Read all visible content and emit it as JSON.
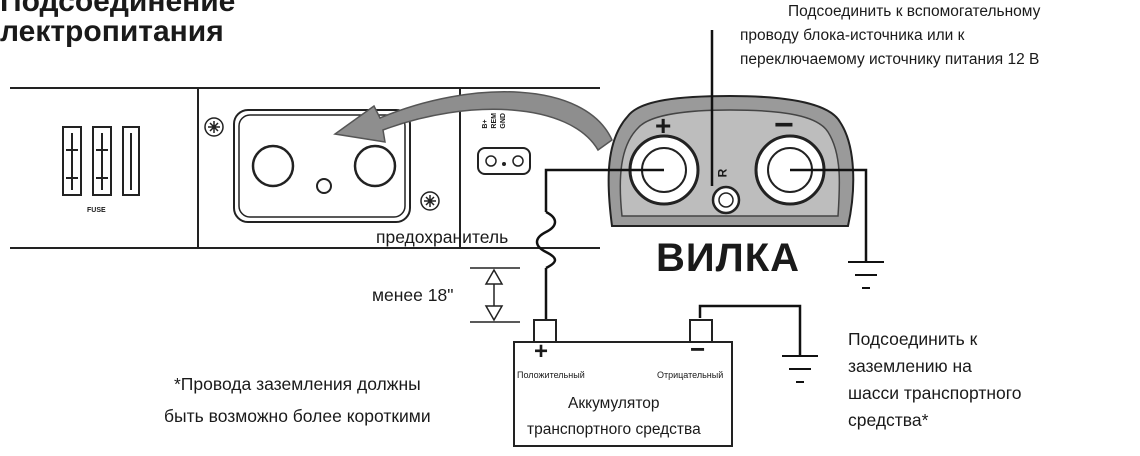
{
  "title_line1": "Подсоединение",
  "title_line2": "лектропитания",
  "top_note": [
    "Подсоединить к вспомогательному",
    "проводу блока-источника или к",
    "переключаемому источнику питания 12 В"
  ],
  "plug_label": "ВИЛКА",
  "plug_plus": "+",
  "plug_minus": "−",
  "plug_remote": "R",
  "terminal_labels": [
    "B+",
    "REM",
    "GND"
  ],
  "fuse_block_label": "FUSE",
  "fuse_label": "предохранитель",
  "distance_label": "менее 18\"",
  "battery": {
    "plus": "+",
    "minus": "−",
    "positive": "Положительный",
    "negative": "Отрицательный",
    "name_line1": "Аккумулятор",
    "name_line2": "транспортного средства"
  },
  "ground_note": [
    "Подсоединить к",
    "заземлению на",
    "шасси транспортного",
    "средства*"
  ],
  "footnote": [
    "*Провода заземления должны",
    "быть возможно более короткими"
  ]
}
